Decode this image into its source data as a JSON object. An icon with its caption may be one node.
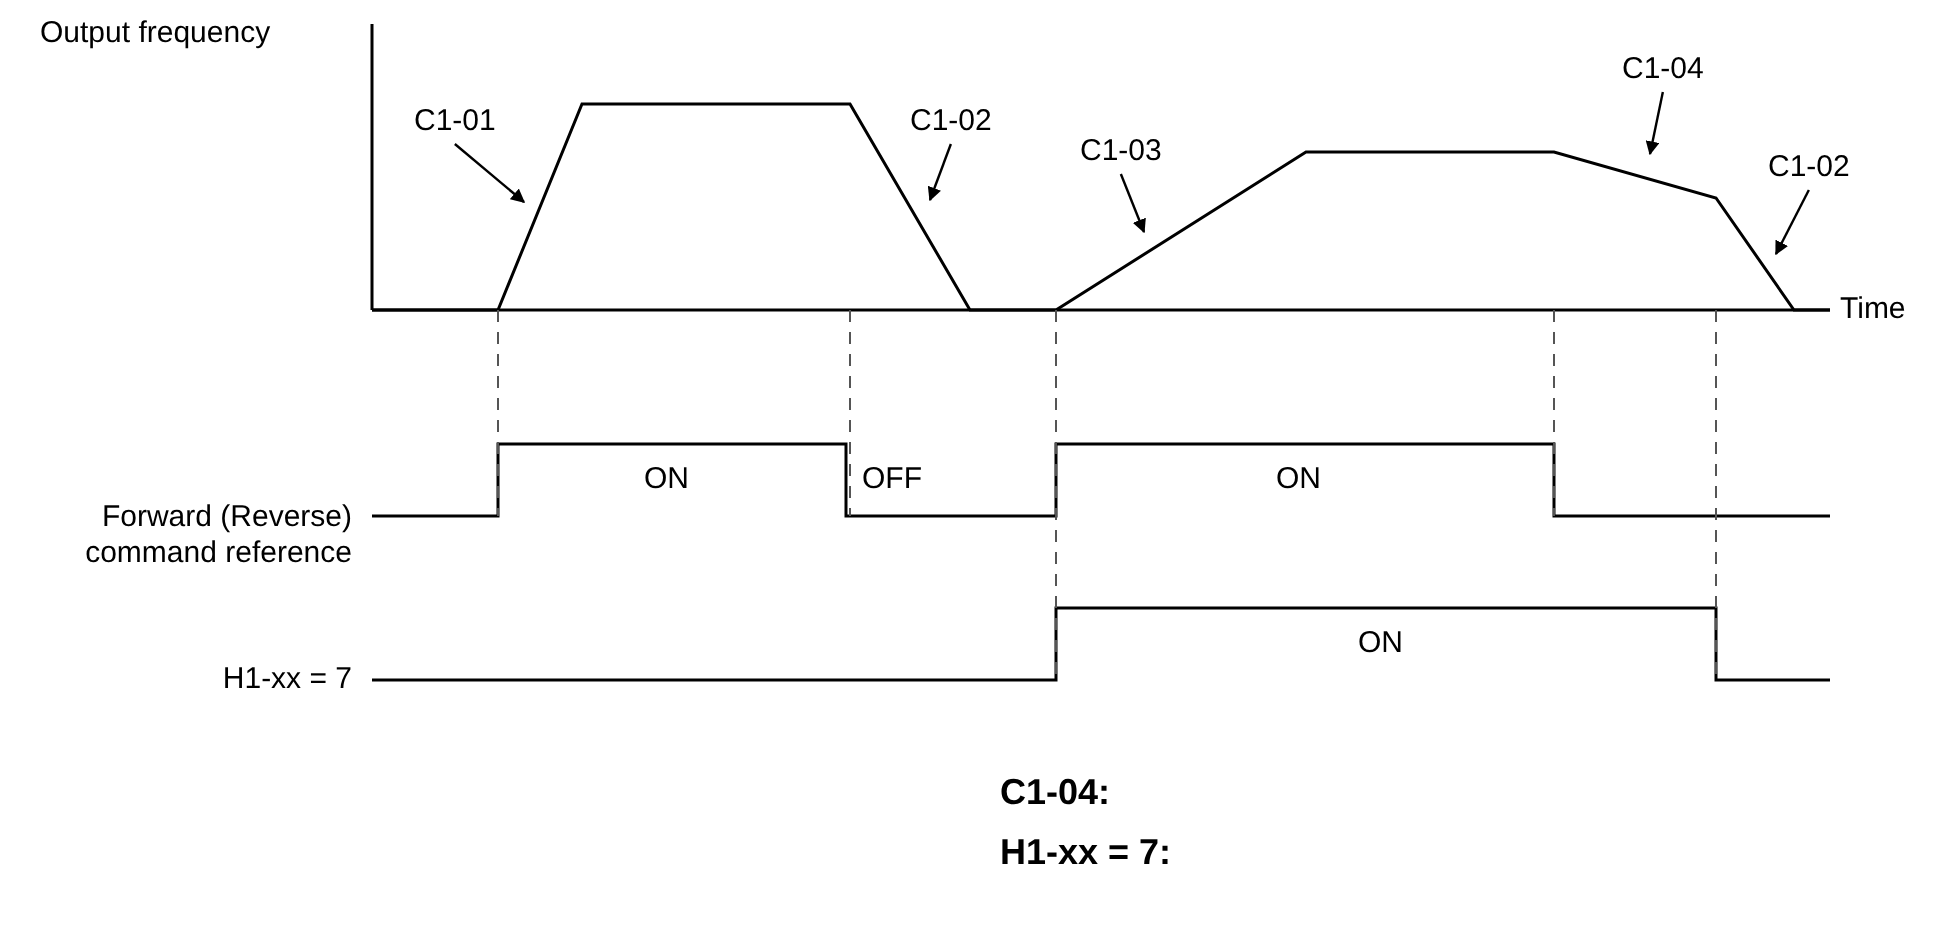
{
  "diagram": {
    "nodes": [
      {
        "text": [
          "C1-01"
        ]
      },
      {
        "text": [
          "C1-02"
        ]
      },
      {
        "text": [
          "C1-03"
        ]
      },
      {
        "text": [
          "C1-04"
        ]
      },
      {
        "text": [
          "C1-02"
        ]
      }
    ],
    "edges": [
      {
        "from": 0,
        "to": null,
        "arrow": "to"
      },
      {
        "from": 1,
        "to": null,
        "arrow": "to"
      },
      {
        "from": 2,
        "to": null,
        "arrow": "to"
      },
      {
        "from": 3,
        "to": null,
        "arrow": "to"
      },
      {
        "from": 4,
        "to": null,
        "arrow": "to"
      }
    ],
    "labels": [
      "Output frequency",
      "Time",
      "ON",
      "OFF",
      "ON",
      "Forward (Reverse) command reference",
      "ON",
      "H1-xx = 7",
      "C1-04:",
      "H1-xx = 7:"
    ]
  }
}
